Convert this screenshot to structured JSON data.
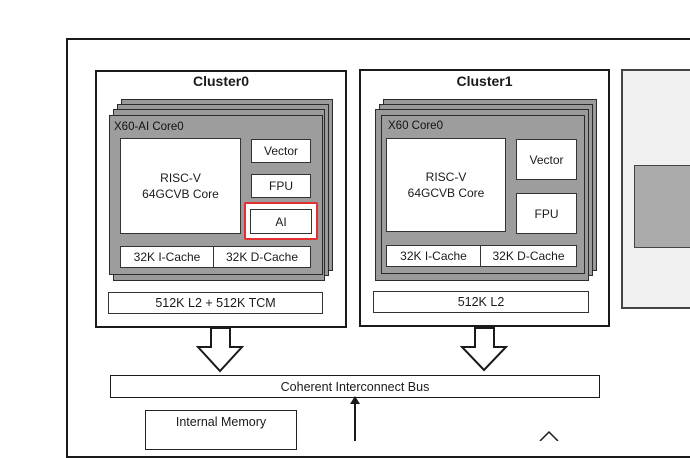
{
  "clusters": [
    {
      "title": "Cluster0",
      "core_label": "X60-AI Core0",
      "risc_line1": "RISC-V",
      "risc_line2": "64GCVB Core",
      "units": [
        "Vector",
        "FPU",
        "AI"
      ],
      "icache": "32K I-Cache",
      "dcache": "32K D-Cache",
      "l2": "512K L2 + 512K TCM"
    },
    {
      "title": "Cluster1",
      "core_label": "X60 Core0",
      "risc_line1": "RISC-V",
      "risc_line2": "64GCVB Core",
      "units": [
        "Vector",
        "FPU"
      ],
      "icache": "32K I-Cache",
      "dcache": "32K D-Cache",
      "l2": "512K L2"
    }
  ],
  "bus": "Coherent Interconnect Bus",
  "internal_memory": "Internal Memory",
  "colors": {
    "highlight": "#e03030",
    "core_fill": "#9d9d9d",
    "line": "#1a1a1a"
  }
}
